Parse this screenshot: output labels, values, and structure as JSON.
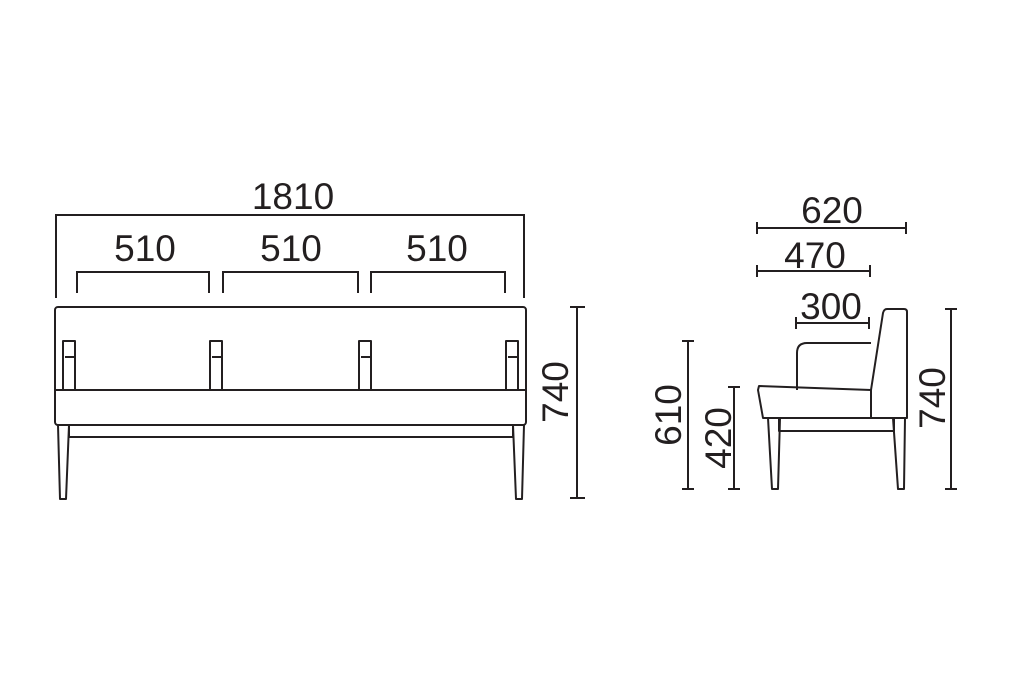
{
  "front_view": {
    "overall_width": "1810",
    "seat_widths": [
      "510",
      "510",
      "510"
    ],
    "overall_height": "740"
  },
  "side_view": {
    "overall_depth": "620",
    "seat_depth": "470",
    "arm_depth": "300",
    "arm_height": "610",
    "seat_height": "420",
    "overall_height": "740"
  },
  "colors": {
    "line": "#231f20",
    "background": "#ffffff"
  }
}
